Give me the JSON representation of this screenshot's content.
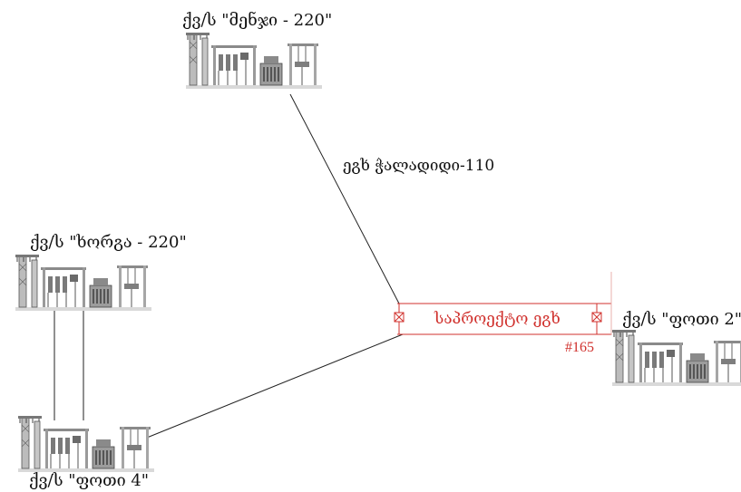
{
  "substations": {
    "menji": {
      "label": "ქვ/ს \"მენჯი - 220\""
    },
    "khorga": {
      "label": "ქვ/ს \"ხორგა - 220\""
    },
    "poti2": {
      "label": "ქვ/ს \"ფოთი 2\""
    },
    "poti4": {
      "label": "ქვ/ს \"ფოთი 4\""
    }
  },
  "lines": {
    "chaladidi": {
      "label": "ეგხ ჭალადიდი-110"
    }
  },
  "project": {
    "label": "საპროექტო ეგხ",
    "number": "#165",
    "color": "#d0312d"
  },
  "colors": {
    "line": "#222222",
    "equipment": "#555555"
  }
}
